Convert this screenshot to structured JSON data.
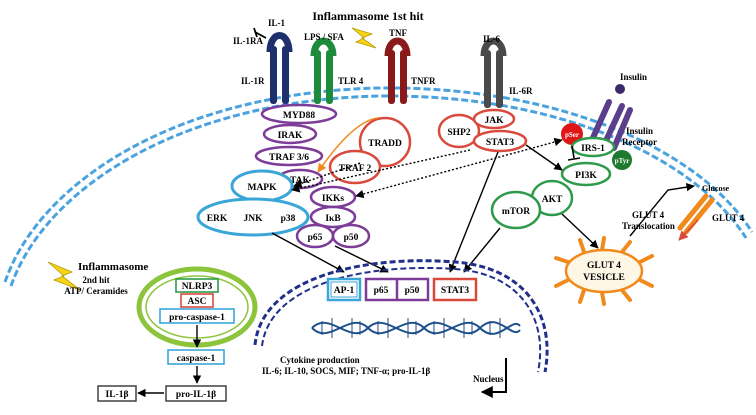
{
  "title": "Inflammasome 1st hit",
  "receptors": {
    "il1": "IL-1",
    "il1ra": "IL-1RA",
    "il1r": "IL-1R",
    "lps_sfa": "LPS / SFA",
    "tlr4": "TLR 4",
    "tnf": "TNF",
    "tnfr": "TNFR",
    "il6": "IL-6",
    "il6r": "IL-6R",
    "insulin": "Insulin",
    "insulin_receptor_1": "Insulin",
    "insulin_receptor_2": "Receptor"
  },
  "nodes": {
    "myd88": "MYD88",
    "irak": "IRAK",
    "traf36": "TRAF 3/6",
    "tak": "TAK",
    "tradd": "TRADD",
    "traf2": "TRAF 2",
    "mapk": "MAPK",
    "erk": "ERK",
    "jnk": "JNK",
    "p38": "p38",
    "ikks": "IKKs",
    "ikb": "IκB",
    "p65": "p65",
    "p50": "p50",
    "shp2": "SHP2",
    "jak": "JAK",
    "stat3": "STAT3",
    "pser": "pSer",
    "irs1": "IRS-1",
    "ptyr": "pTyr",
    "pi3k": "PI3K",
    "akt": "AKT",
    "mtor": "mTOR",
    "glut4_translocation_1": "GLUT 4",
    "glut4_translocation_2": "Translocation",
    "glucose": "Glucose",
    "glut4": "GLUT 4",
    "glut4_vesicle_1": "GLUT 4",
    "glut4_vesicle_2": "VESICLE"
  },
  "nucleus": {
    "ap1": "AP-1",
    "p65": "p65",
    "p50": "p50",
    "stat3": "STAT3",
    "label": "Nucleus",
    "cytokine_title": "Cytokine production",
    "cytokine_list": "IL-6; IL-10, SOCS, MIF; TNF-α; pro-IL-1β"
  },
  "inflammasome2": {
    "title": "Inflammasome",
    "line2": "2nd hit",
    "line3": "ATP/ Ceramides",
    "nlrp3": "NLRP3",
    "asc": "ASC",
    "pro_caspase": "pro-caspase-1",
    "caspase": "caspase-1",
    "pro_il1b": "pro-IL-1β",
    "il1b": "IL-1β"
  },
  "colors": {
    "membrane": "#4aa3df",
    "nucleus_membrane": "#1f2f8a",
    "purple": "#7d3c98",
    "blue": "#3aa6d8",
    "red": "#d94a3d",
    "green": "#2e9a4a",
    "orange": "#f08a1c",
    "il1_receptor": "#1f2f6e",
    "tlr4_receptor": "#1e8a3c",
    "tnfr_receptor": "#8a1a1a",
    "il6r_receptor": "#4a4a4a",
    "insulin_receptor": "#5b3f8c",
    "lightning": "#f7d417"
  }
}
